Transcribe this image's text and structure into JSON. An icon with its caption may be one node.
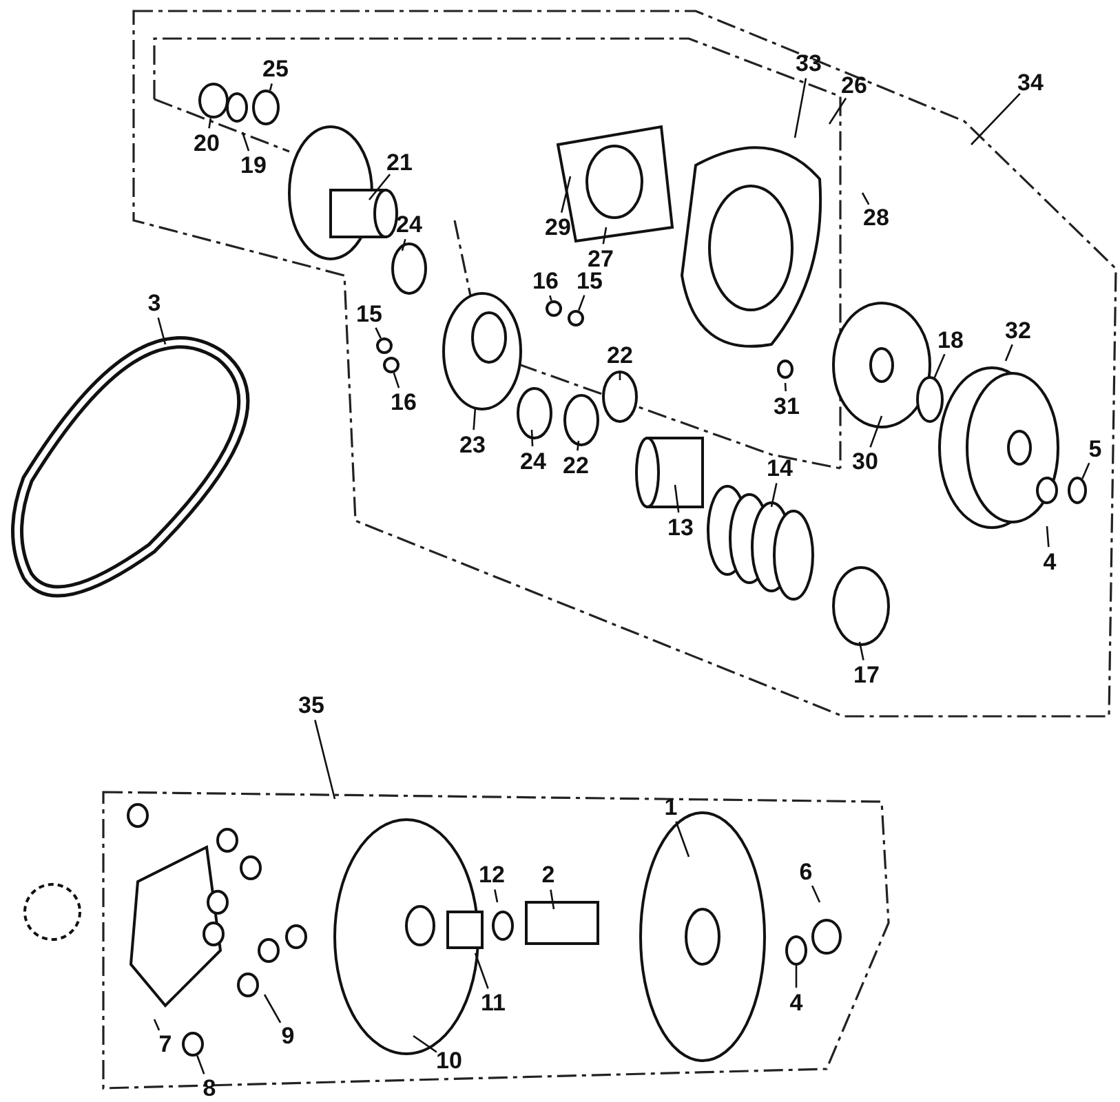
{
  "diagram": {
    "nodes": [
      {
        "text": [
          "25"
        ]
      },
      {
        "text": [
          "20"
        ]
      },
      {
        "text": [
          "19"
        ]
      },
      {
        "text": [
          "21"
        ]
      },
      {
        "text": [
          "33"
        ]
      },
      {
        "text": [
          "26"
        ]
      },
      {
        "text": [
          "34"
        ]
      },
      {
        "text": [
          "29"
        ]
      },
      {
        "text": [
          "28"
        ]
      },
      {
        "text": [
          "27"
        ]
      },
      {
        "text": [
          "24"
        ]
      },
      {
        "text": [
          "16"
        ]
      },
      {
        "text": [
          "15"
        ]
      },
      {
        "text": [
          "3"
        ]
      },
      {
        "text": [
          "15"
        ]
      },
      {
        "text": [
          "22"
        ]
      },
      {
        "text": [
          "18"
        ]
      },
      {
        "text": [
          "32"
        ]
      },
      {
        "text": [
          "16"
        ]
      },
      {
        "text": [
          "31"
        ]
      },
      {
        "text": [
          "23"
        ]
      },
      {
        "text": [
          "24"
        ]
      },
      {
        "text": [
          "22"
        ]
      },
      {
        "text": [
          "30"
        ]
      },
      {
        "text": [
          "5"
        ]
      },
      {
        "text": [
          "14"
        ]
      },
      {
        "text": [
          "13"
        ]
      },
      {
        "text": [
          "4"
        ]
      },
      {
        "text": [
          "17"
        ]
      },
      {
        "text": [
          "35"
        ]
      },
      {
        "text": [
          "1"
        ]
      },
      {
        "text": [
          "12"
        ]
      },
      {
        "text": [
          "2"
        ]
      },
      {
        "text": [
          "6"
        ]
      },
      {
        "text": [
          "11"
        ]
      },
      {
        "text": [
          "4"
        ]
      },
      {
        "text": [
          "9"
        ]
      },
      {
        "text": [
          "7"
        ]
      },
      {
        "text": [
          "10"
        ]
      },
      {
        "text": [
          "8"
        ]
      },
      {
        "text": [],
        "shape": "circle"
      },
      {
        "text": [],
        "shape": "circle"
      },
      {
        "text": [],
        "shape": "circle"
      },
      {
        "text": [],
        "shape": "circle"
      },
      {
        "text": [],
        "shape": "circle"
      },
      {
        "text": [],
        "shape": "circle"
      },
      {
        "text": [],
        "shape": "circle"
      },
      {
        "text": [],
        "shape": "circle"
      },
      {
        "text": [],
        "shape": "circle"
      }
    ],
    "edges": [
      {
        "from": 0,
        "to": 41,
        "arrow": "none"
      },
      {
        "from": 1,
        "to": 40,
        "arrow": "none"
      },
      {
        "from": 2,
        "to": null,
        "arrow": "none"
      },
      {
        "from": 3,
        "to": null,
        "arrow": "none"
      },
      {
        "from": 4,
        "to": null,
        "arrow": "none"
      },
      {
        "from": 5,
        "to": null,
        "arrow": "none"
      },
      {
        "from": 6,
        "to": null,
        "arrow": "none"
      },
      {
        "from": 7,
        "to": null,
        "arrow": "none"
      },
      {
        "from": 8,
        "to": null,
        "arrow": "none"
      },
      {
        "from": 9,
        "to": null,
        "arrow": "none"
      },
      {
        "from": 10,
        "to": null,
        "arrow": "none"
      },
      {
        "from": 11,
        "to": 43,
        "arrow": "none"
      },
      {
        "from": 12,
        "to": 42,
        "arrow": "none"
      },
      {
        "from": 13,
        "to": null,
        "arrow": "none"
      },
      {
        "from": 14,
        "to": 45,
        "arrow": "none"
      },
      {
        "from": 15,
        "to": null,
        "arrow": "none"
      },
      {
        "from": 16,
        "to": null,
        "arrow": "none"
      },
      {
        "from": 17,
        "to": null,
        "arrow": "none"
      },
      {
        "from": 18,
        "to": 44,
        "arrow": "none"
      },
      {
        "from": 19,
        "to": null,
        "arrow": "none"
      },
      {
        "from": 20,
        "to": null,
        "arrow": "none"
      },
      {
        "from": 21,
        "to": null,
        "arrow": "none"
      },
      {
        "from": 22,
        "to": null,
        "arrow": "none"
      },
      {
        "from": 23,
        "to": null,
        "arrow": "none"
      },
      {
        "from": 24,
        "to": 46,
        "arrow": "none"
      },
      {
        "from": 25,
        "to": null,
        "arrow": "none"
      },
      {
        "from": 26,
        "to": null,
        "arrow": "none"
      },
      {
        "from": 27,
        "to": null,
        "arrow": "none"
      },
      {
        "from": 28,
        "to": null,
        "arrow": "none"
      },
      {
        "from": 29,
        "to": null,
        "arrow": "none"
      },
      {
        "from": 30,
        "to": null,
        "arrow": "none"
      },
      {
        "from": 31,
        "to": null,
        "arrow": "none"
      },
      {
        "from": 32,
        "to": null,
        "arrow": "none"
      },
      {
        "from": 33,
        "to": null,
        "arrow": "none"
      },
      {
        "from": 34,
        "to": null,
        "arrow": "none"
      },
      {
        "from": 35,
        "to": 48,
        "arrow": "none"
      },
      {
        "from": 36,
        "to": null,
        "arrow": "none"
      },
      {
        "from": 37,
        "to": null,
        "arrow": "none"
      },
      {
        "from": 38,
        "to": null,
        "arrow": "none"
      },
      {
        "from": 39,
        "to": 47,
        "arrow": "none"
      }
    ]
  }
}
